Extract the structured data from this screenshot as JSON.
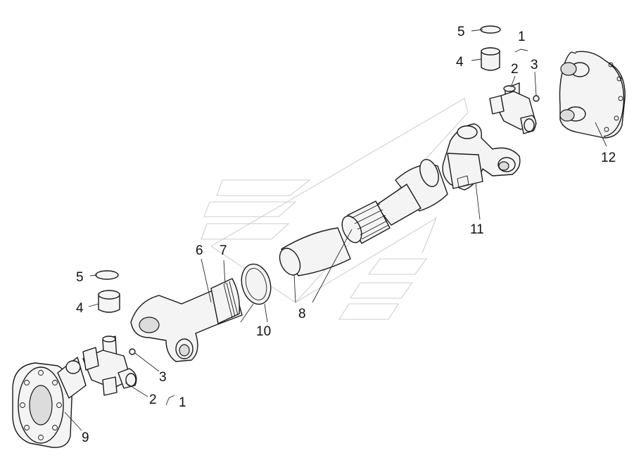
{
  "diagram": {
    "labels": {
      "top_5": "5",
      "top_4": "4",
      "top_1": "1",
      "top_2": "2",
      "top_3": "3",
      "right_12": "12",
      "right_11": "11",
      "mid_6": "6",
      "mid_7": "7",
      "mid_8": "8",
      "mid_10": "10",
      "left_5": "5",
      "left_4": "4",
      "left_3": "3",
      "left_2": "2",
      "left_1": "1",
      "left_9": "9"
    }
  }
}
